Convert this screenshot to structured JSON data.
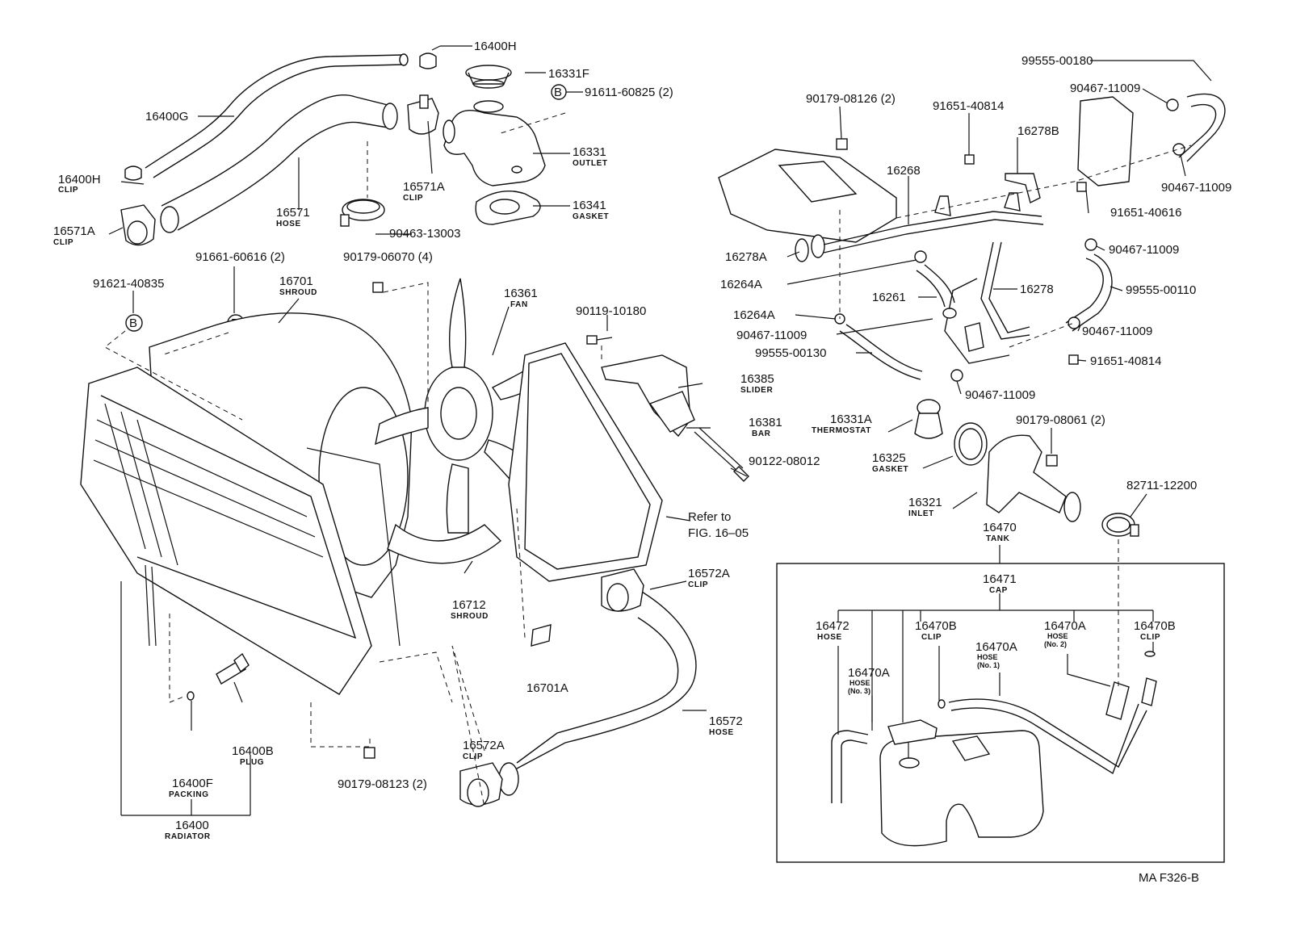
{
  "figure_code": "MA F326-B",
  "reference": {
    "line1": "Refer to",
    "line2": "FIG. 16–05"
  },
  "circle_marker": "B",
  "parts": {
    "p16400H_top": {
      "number": "16400H"
    },
    "p16331F": {
      "number": "16331F"
    },
    "p91611": {
      "number": "91611-60825 (2)"
    },
    "p16400G": {
      "number": "16400G"
    },
    "p16331": {
      "number": "16331",
      "sub": "OUTLET"
    },
    "p16400H_clip": {
      "number": "16400H",
      "sub": "CLIP"
    },
    "p16571": {
      "number": "16571",
      "sub": "HOSE"
    },
    "p16571A_top": {
      "number": "16571A",
      "sub": "CLIP"
    },
    "p16341": {
      "number": "16341",
      "sub": "GASKET"
    },
    "p16571A_left": {
      "number": "16571A",
      "sub": "CLIP"
    },
    "p90463": {
      "number": "90463-13003"
    },
    "p91661": {
      "number": "91661-60616 (2)"
    },
    "p90179_06070": {
      "number": "90179-06070 (4)"
    },
    "p91621": {
      "number": "91621-40835"
    },
    "p16701": {
      "number": "16701",
      "sub": "SHROUD"
    },
    "p16361": {
      "number": "16361",
      "sub": "FAN"
    },
    "p90119": {
      "number": "90119-10180"
    },
    "p16385": {
      "number": "16385",
      "sub": "SLIDER"
    },
    "p16381": {
      "number": "16381",
      "sub": "BAR"
    },
    "p90122": {
      "number": "90122-08012"
    },
    "p16712": {
      "number": "16712",
      "sub": "SHROUD"
    },
    "p16572A_top": {
      "number": "16572A",
      "sub": "CLIP"
    },
    "p16701A": {
      "number": "16701A"
    },
    "p16572": {
      "number": "16572",
      "sub": "HOSE"
    },
    "p16572A_bot": {
      "number": "16572A",
      "sub": "CLIP"
    },
    "p16400B": {
      "number": "16400B",
      "sub": "PLUG"
    },
    "p16400F": {
      "number": "16400F",
      "sub": "PACKING"
    },
    "p16400": {
      "number": "16400",
      "sub": "RADIATOR"
    },
    "p90179_08123": {
      "number": "90179-08123 (2)"
    },
    "p99555_00180": {
      "number": "99555-00180"
    },
    "p90467_a": {
      "number": "90467-11009"
    },
    "p90179_08126": {
      "number": "90179-08126 (2)"
    },
    "p91651_40814_top": {
      "number": "91651-40814"
    },
    "p16278B": {
      "number": "16278B"
    },
    "p16268": {
      "number": "16268"
    },
    "p90467_b": {
      "number": "90467-11009"
    },
    "p91651_40616": {
      "number": "91651-40616"
    },
    "p16278A": {
      "number": "16278A"
    },
    "p90467_c": {
      "number": "90467-11009"
    },
    "p16264A_a": {
      "number": "16264A"
    },
    "p16261": {
      "number": "16261"
    },
    "p16278": {
      "number": "16278"
    },
    "p99555_00110": {
      "number": "99555-00110"
    },
    "p16264A_b": {
      "number": "16264A"
    },
    "p90467_d": {
      "number": "90467-11009"
    },
    "p90467_e": {
      "number": "90467-11009"
    },
    "p99555_00130": {
      "number": "99555-00130"
    },
    "p91651_40814_bot": {
      "number": "91651-40814"
    },
    "p90467_f": {
      "number": "90467-11009"
    },
    "p16331A": {
      "number": "16331A",
      "sub": "THERMOSTAT"
    },
    "p90179_08061": {
      "number": "90179-08061 (2)"
    },
    "p16325": {
      "number": "16325",
      "sub": "GASKET"
    },
    "p16321": {
      "number": "16321",
      "sub": "INLET"
    },
    "p82711": {
      "number": "82711-12200"
    },
    "p16470": {
      "number": "16470",
      "sub": "TANK"
    },
    "p16471": {
      "number": "16471",
      "sub": "CAP"
    },
    "p16472": {
      "number": "16472",
      "sub": "HOSE"
    },
    "p16470B_a": {
      "number": "16470B",
      "sub": "CLIP"
    },
    "p16470A_no1": {
      "number": "16470A",
      "sub": "HOSE",
      "note": "(No. 1)"
    },
    "p16470A_no2": {
      "number": "16470A",
      "sub": "HOSE",
      "note": "(No. 2)"
    },
    "p16470B_b": {
      "number": "16470B",
      "sub": "CLIP"
    },
    "p16470A_no3": {
      "number": "16470A",
      "sub": "HOSE",
      "note": "(No. 3)"
    }
  }
}
